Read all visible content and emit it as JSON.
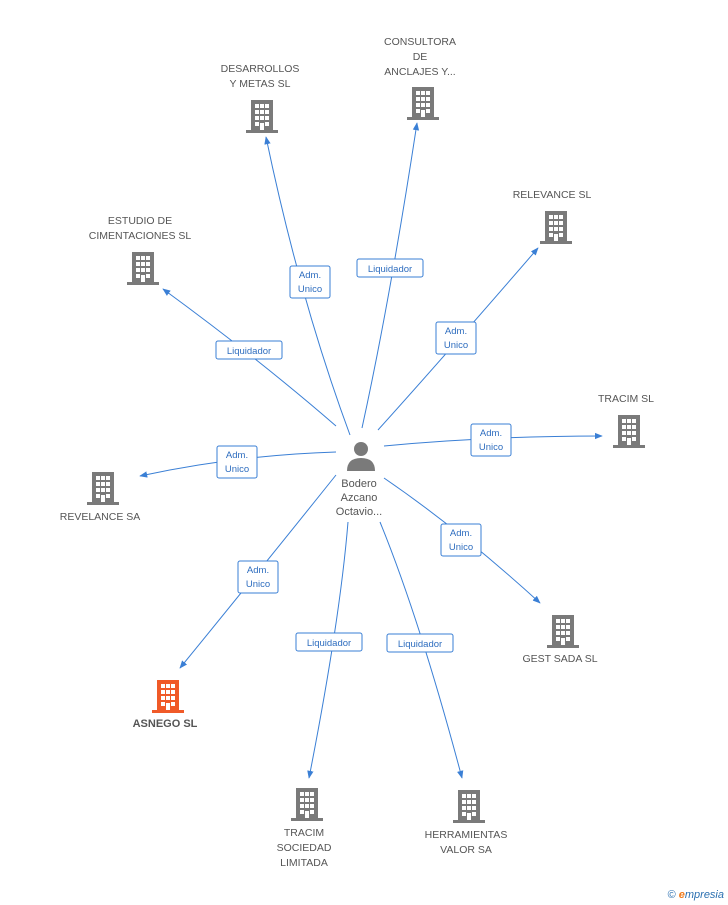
{
  "center": {
    "label_lines": [
      "Bodero",
      "Azcano",
      "Octavio..."
    ],
    "icon": "person-icon"
  },
  "colors": {
    "edge": "#3a7fd5",
    "building": "#7a7a7a",
    "highlight": "#f05a28"
  },
  "companies": [
    {
      "id": "desarrollos",
      "label_lines": [
        "DESARROLLOS",
        "Y METAS  SL"
      ],
      "relation": [
        "Adm.",
        "Unico"
      ],
      "highlight": false,
      "icon": "building-icon"
    },
    {
      "id": "consultora",
      "label_lines": [
        "CONSULTORA",
        "DE",
        "ANCLAJES Y..."
      ],
      "relation": [
        "Liquidador"
      ],
      "highlight": false,
      "icon": "building-icon"
    },
    {
      "id": "relevance",
      "label_lines": [
        "RELEVANCE SL"
      ],
      "relation": [
        "Adm.",
        "Unico"
      ],
      "highlight": false,
      "icon": "building-icon"
    },
    {
      "id": "estudio",
      "label_lines": [
        "ESTUDIO DE",
        "CIMENTACIONES SL"
      ],
      "relation": [
        "Liquidador"
      ],
      "highlight": false,
      "icon": "building-icon"
    },
    {
      "id": "tracimsl",
      "label_lines": [
        "TRACIM SL"
      ],
      "relation": [
        "Adm.",
        "Unico"
      ],
      "highlight": false,
      "icon": "building-icon"
    },
    {
      "id": "revelance",
      "label_lines": [
        "REVELANCE SA"
      ],
      "relation": [
        "Adm.",
        "Unico"
      ],
      "highlight": false,
      "icon": "building-icon"
    },
    {
      "id": "gestsada",
      "label_lines": [
        "GEST SADA SL"
      ],
      "relation": [
        "Adm.",
        "Unico"
      ],
      "highlight": false,
      "icon": "building-icon"
    },
    {
      "id": "asnego",
      "label_lines": [
        "ASNEGO SL"
      ],
      "relation": [
        "Adm.",
        "Unico"
      ],
      "highlight": true,
      "icon": "building-icon"
    },
    {
      "id": "tracimsoc",
      "label_lines": [
        "TRACIM",
        "SOCIEDAD",
        "LIMITADA"
      ],
      "relation": [
        "Liquidador"
      ],
      "highlight": false,
      "icon": "building-icon"
    },
    {
      "id": "herramientas",
      "label_lines": [
        "HERRAMIENTAS",
        "VALOR SA"
      ],
      "relation": [
        "Liquidador"
      ],
      "highlight": false,
      "icon": "building-icon"
    }
  ],
  "footer": {
    "copyright": "©",
    "brand_initial": "e",
    "brand_rest": "mpresia"
  }
}
